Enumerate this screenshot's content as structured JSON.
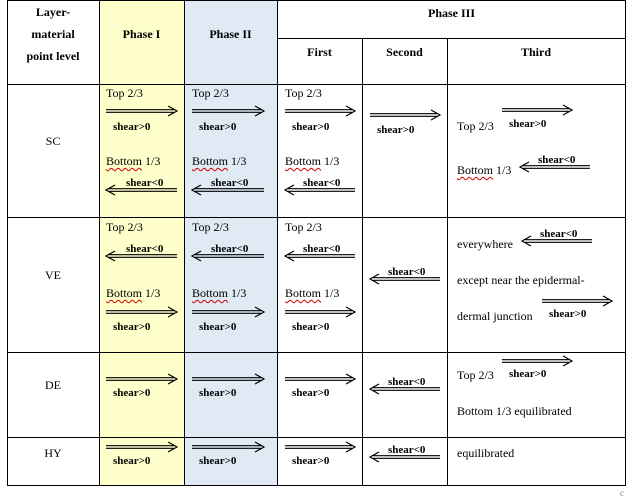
{
  "header": {
    "layer": "Layer-",
    "material": "material",
    "point_level": "point level",
    "phase1": "Phase I",
    "phase2": "Phase II",
    "phase3": "Phase III",
    "first": "First",
    "second": "Second",
    "third": "Third"
  },
  "rows": {
    "sc": "SC",
    "ve": "VE",
    "de": "DE",
    "hy": "HY"
  },
  "labels": {
    "top": "Top 2/3",
    "bottom_word": "Bottom",
    "bottom_frac": " 1/3",
    "shear_pos": "shear>0",
    "shear_neg": "shear<0",
    "everywhere": "everywhere",
    "except_near": "except near the epidermal-",
    "dermal_junction": "dermal junction",
    "equilibrated": "equilibrated",
    "bottom_equil": "1/3 equilibrated",
    "corner_mark": "c"
  }
}
